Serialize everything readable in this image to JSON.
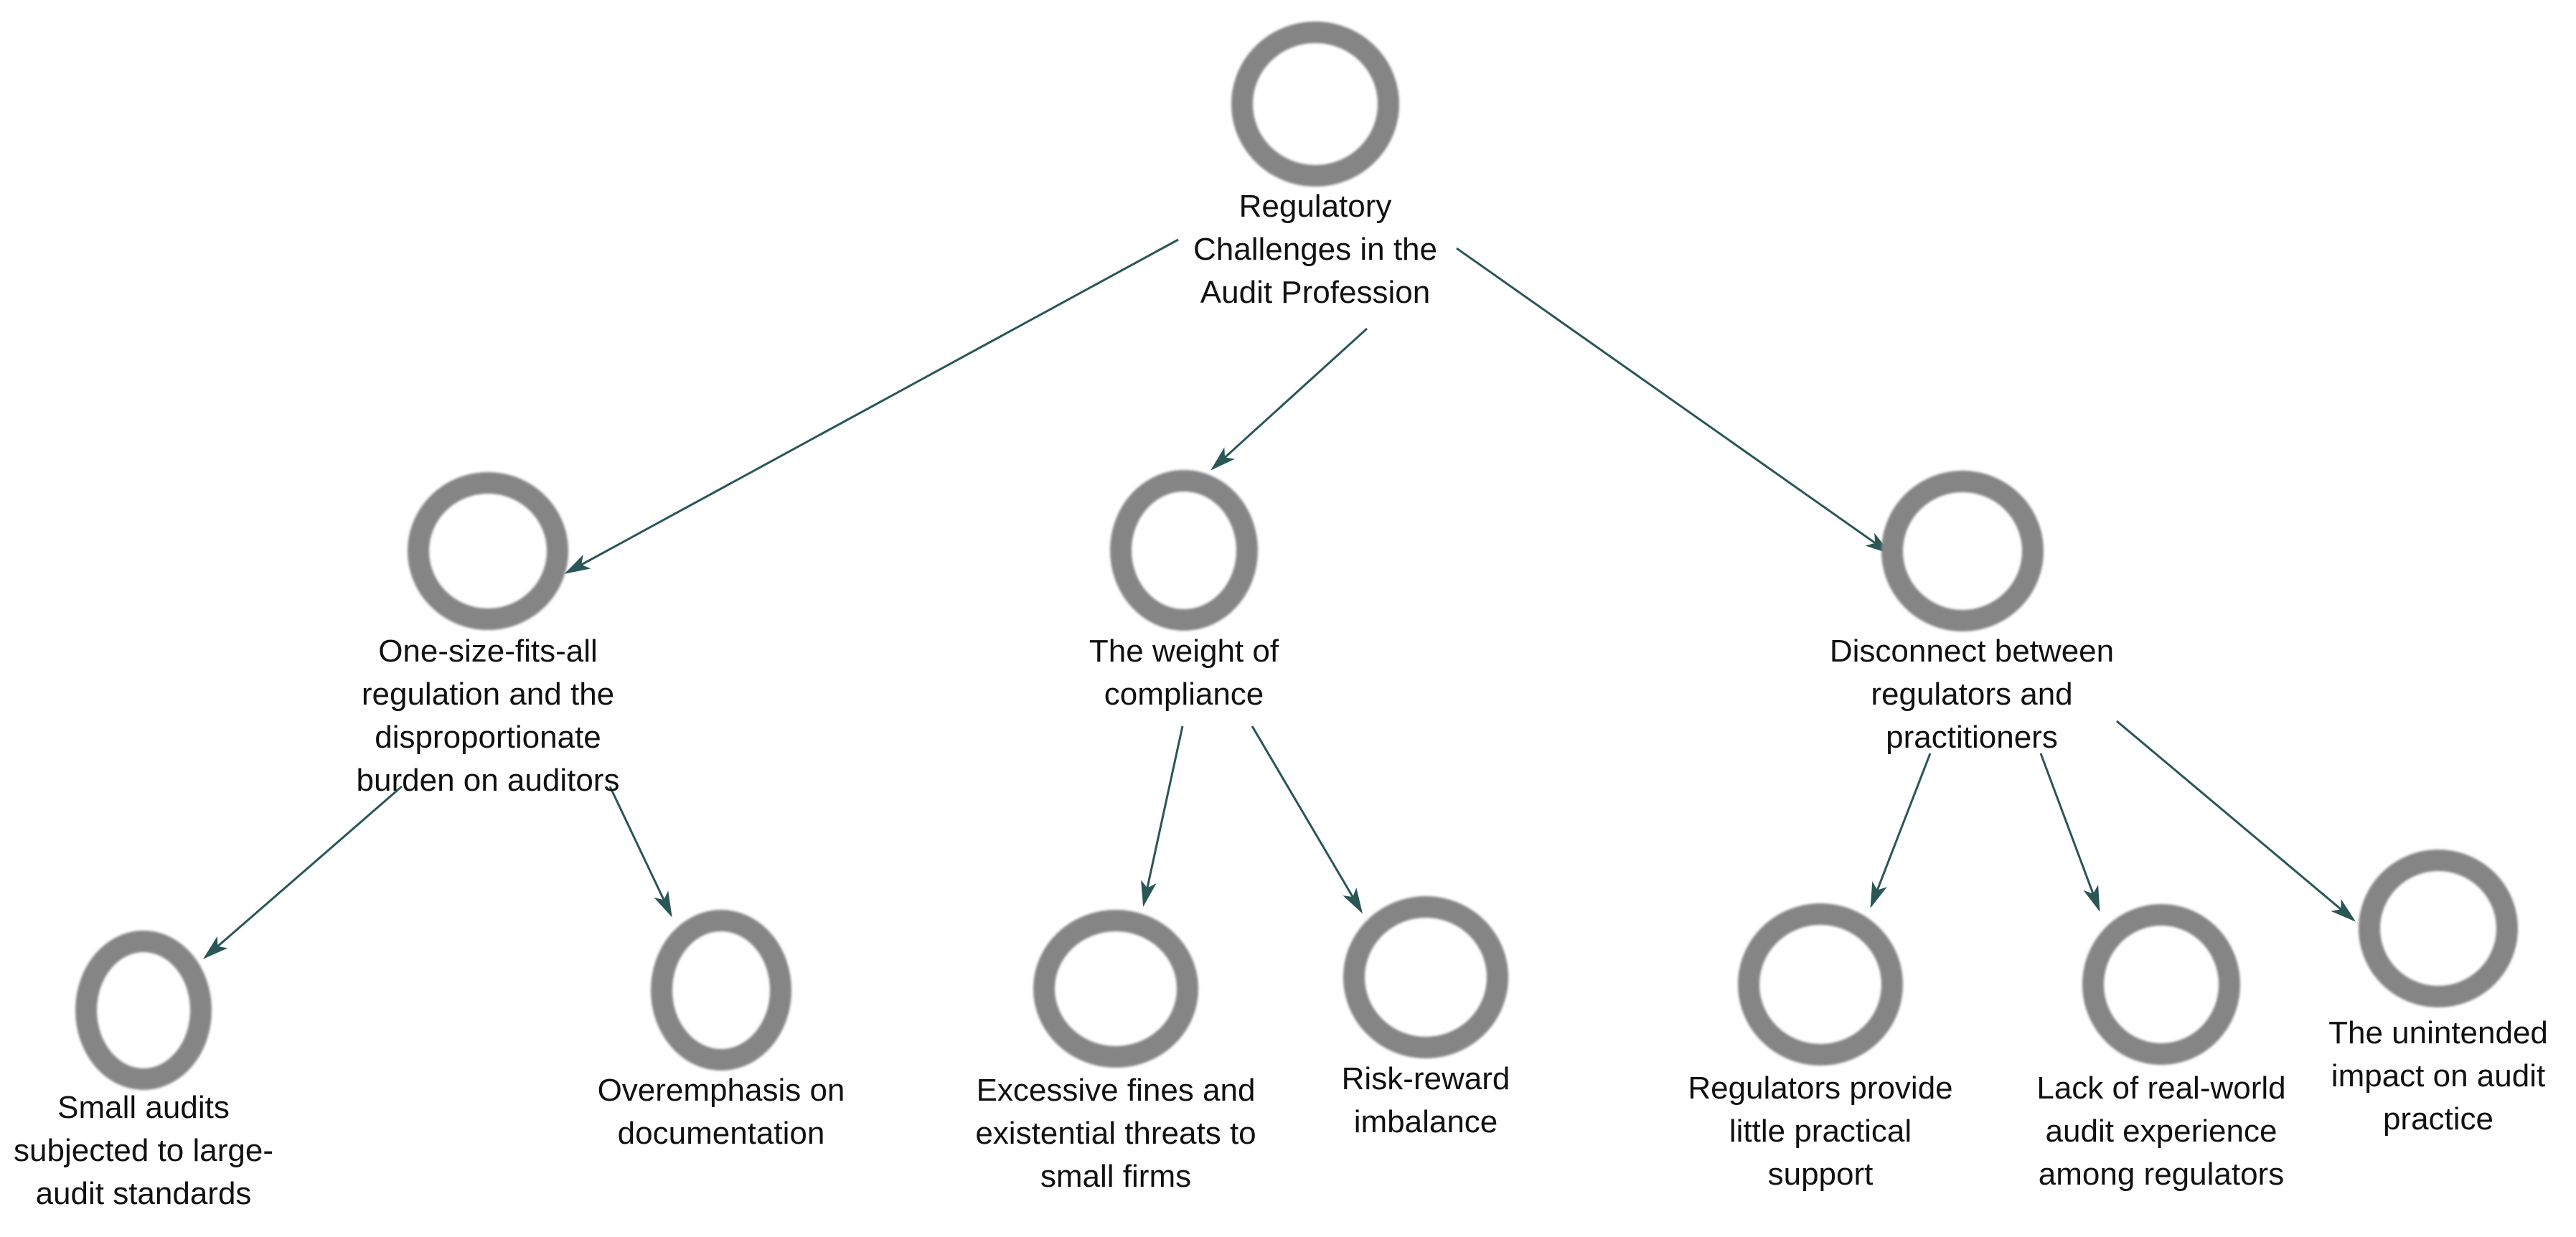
{
  "diagram": {
    "type": "mind-map",
    "nodes": {
      "root": {
        "label": "Regulatory\nChallenges in the\nAudit Profession"
      },
      "one_size": {
        "label": "One-size-fits-all\nregulation and the\ndisproportionate\nburden on auditors"
      },
      "compliance": {
        "label": "The weight of\ncompliance"
      },
      "disconnect": {
        "label": "Disconnect between\nregulators and\npractitioners"
      },
      "small_audits": {
        "label": "Small audits\nsubjected to large-\naudit standards"
      },
      "overemphasis": {
        "label": "Overemphasis on\ndocumentation"
      },
      "excessive_fines": {
        "label": "Excessive fines and\nexistential threats to\nsmall firms"
      },
      "risk_reward": {
        "label": "Risk-reward\nimbalance"
      },
      "little_support": {
        "label": "Regulators provide\nlittle practical\nsupport"
      },
      "lack_experience": {
        "label": "Lack of real-world\naudit experience\namong regulators"
      },
      "unintended_impact": {
        "label": "The unintended\nimpact on audit\npractice"
      }
    },
    "edges": [
      {
        "from": "root",
        "to": "one_size"
      },
      {
        "from": "root",
        "to": "compliance"
      },
      {
        "from": "root",
        "to": "disconnect"
      },
      {
        "from": "one_size",
        "to": "small_audits"
      },
      {
        "from": "one_size",
        "to": "overemphasis"
      },
      {
        "from": "compliance",
        "to": "excessive_fines"
      },
      {
        "from": "compliance",
        "to": "risk_reward"
      },
      {
        "from": "disconnect",
        "to": "little_support"
      },
      {
        "from": "disconnect",
        "to": "lack_experience"
      },
      {
        "from": "disconnect",
        "to": "unintended_impact"
      }
    ],
    "colors": {
      "background": "#ffffff",
      "ring": "#858585",
      "arrow": "#2a5656",
      "text": "#111111"
    }
  }
}
